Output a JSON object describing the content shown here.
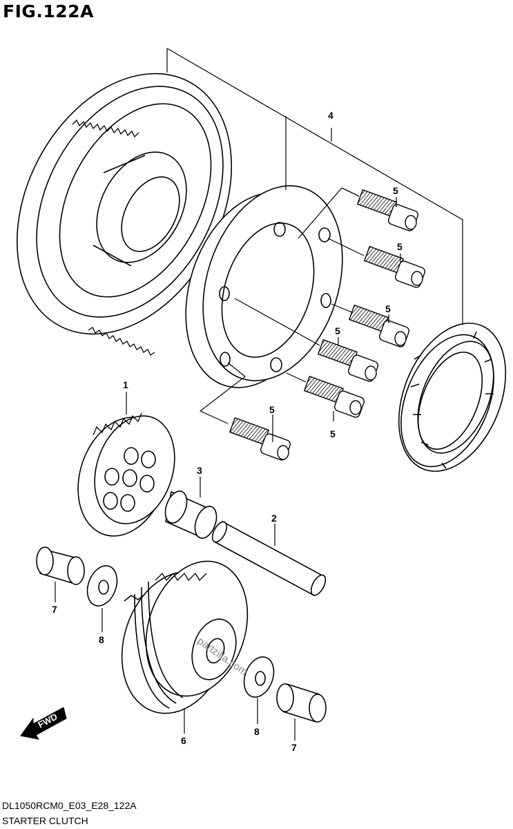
{
  "figure": {
    "title": "FIG.122A"
  },
  "footer": {
    "code": "DL1050RCM0_E03_E28_122A",
    "caption": "STARTER CLUTCH"
  },
  "watermark": "partzilla.com",
  "fwd_arrow": {
    "label": "FWD"
  },
  "callouts": [
    {
      "label": "1"
    },
    {
      "label": "2"
    },
    {
      "label": "3"
    },
    {
      "label": "4"
    },
    {
      "label": "5"
    },
    {
      "label": "5"
    },
    {
      "label": "5"
    },
    {
      "label": "5"
    },
    {
      "label": "5"
    },
    {
      "label": "5"
    },
    {
      "label": "6"
    },
    {
      "label": "7"
    },
    {
      "label": "7"
    },
    {
      "label": "8"
    },
    {
      "label": "8"
    }
  ]
}
